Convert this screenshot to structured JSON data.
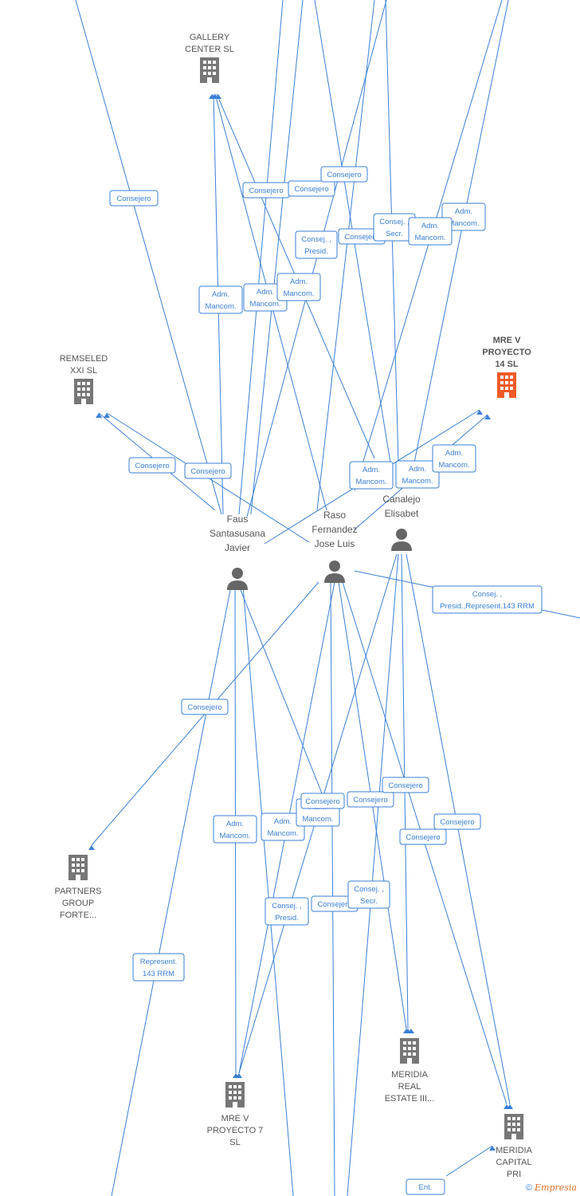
{
  "companies": [
    {
      "id": "gallery",
      "name": "GALLERY\nCENTER SL",
      "highlight": false
    },
    {
      "id": "remseled",
      "name": "REMSELED\nXXI SL",
      "highlight": false
    },
    {
      "id": "mrev14",
      "name": "MRE V\nPROYECTO\n14 SL",
      "highlight": true
    },
    {
      "id": "partners",
      "name": "PARTNERS\nGROUP\nFORTE...",
      "highlight": false
    },
    {
      "id": "mrev7",
      "name": "MRE V\nPROYECTO 7\nSL",
      "highlight": false
    },
    {
      "id": "meridia_re",
      "name": "MERIDIA\nREAL\nESTATE III...",
      "highlight": false
    },
    {
      "id": "meridia_cp",
      "name": "MERIDIA\nCAPITAL\nPRI",
      "highlight": false
    }
  ],
  "people": [
    {
      "id": "faus",
      "name": "Faus\nSantasusana\nJavier"
    },
    {
      "id": "raso",
      "name": "Raso\nFernandez\nJose Luis"
    },
    {
      "id": "canalejo",
      "name": "Canalejo\nElisabet"
    }
  ],
  "relations": [
    {
      "label": [
        "Consejero"
      ]
    },
    {
      "label": [
        "Consejero"
      ]
    },
    {
      "label": [
        "Consejero"
      ]
    },
    {
      "label": [
        "Consejero"
      ]
    },
    {
      "label": [
        "Consej. ,",
        "Presid."
      ]
    },
    {
      "label": [
        "Consejero"
      ]
    },
    {
      "label": [
        "Consej. ,",
        "Secr."
      ]
    },
    {
      "label": [
        "Adm.",
        "Mancom."
      ]
    },
    {
      "label": [
        "Adm.",
        "Mancom."
      ]
    },
    {
      "label": [
        "Adm.",
        "Mancom."
      ]
    },
    {
      "label": [
        "Adm.",
        "Mancom."
      ]
    },
    {
      "label": [
        "Adm.",
        "Mancom."
      ]
    },
    {
      "label": [
        "Consejero"
      ]
    },
    {
      "label": [
        "Consejero"
      ]
    },
    {
      "label": [
        "Adm.",
        "Mancom."
      ]
    },
    {
      "label": [
        "Adm.",
        "Mancom."
      ]
    },
    {
      "label": [
        "Adm.",
        "Mancom."
      ]
    },
    {
      "label": [
        "Consej. ,",
        "Presid.,Represent.143 RRM"
      ]
    },
    {
      "label": [
        "Consejero"
      ]
    },
    {
      "label": [
        "Adm.",
        "Mancom."
      ]
    },
    {
      "label": [
        "Adm.",
        "Mancom."
      ]
    },
    {
      "label": [
        "Adm.",
        "Mancom."
      ]
    },
    {
      "label": [
        "Consejero"
      ]
    },
    {
      "label": [
        "Consejero"
      ]
    },
    {
      "label": [
        "Consejero"
      ]
    },
    {
      "label": [
        "Consejero"
      ]
    },
    {
      "label": [
        "Consejero"
      ]
    },
    {
      "label": [
        "Consej. ,",
        "Presid."
      ]
    },
    {
      "label": [
        "Consejero"
      ]
    },
    {
      "label": [
        "Consej. ,",
        "Secr."
      ]
    },
    {
      "label": [
        "Represent.",
        "143 RRM"
      ]
    },
    {
      "label": [
        "Ent."
      ]
    }
  ],
  "footer": {
    "copyright": "©",
    "brand": "Empresia"
  },
  "colors": {
    "edge": "#3a7fd5",
    "company_icon": "#777777",
    "company_highlight": "#f05a28",
    "person_icon": "#666666"
  }
}
